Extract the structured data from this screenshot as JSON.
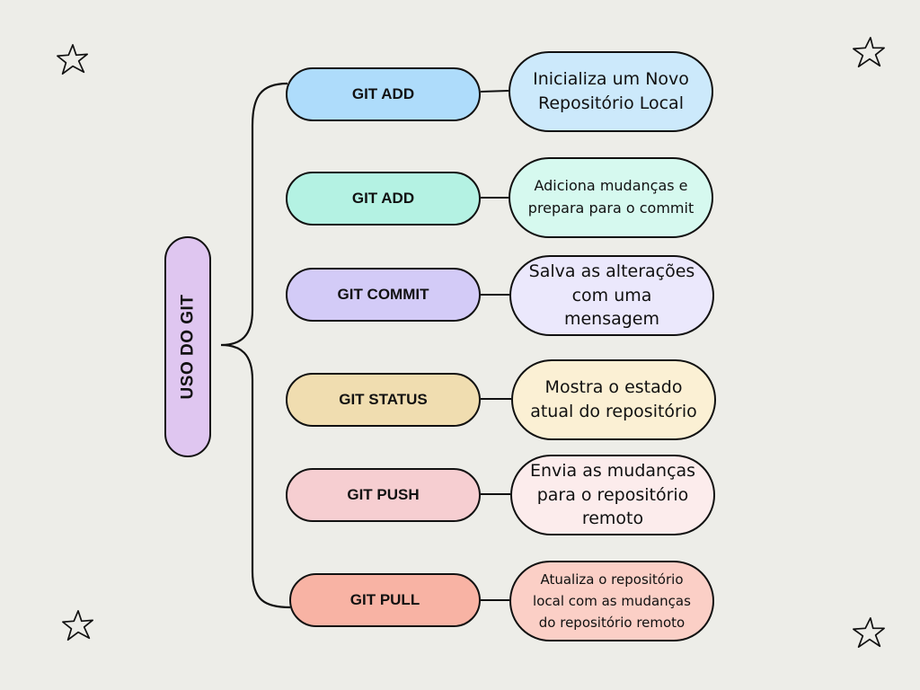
{
  "root": {
    "label": "USO DO GIT",
    "color": "#dfc6f0"
  },
  "nodes": [
    {
      "command": "GIT ADD",
      "description": "Inicializa um Novo Repositório Local",
      "cmd_color": "#aedcfb",
      "desc_color": "#cce9fb"
    },
    {
      "command": "GIT ADD",
      "description": "Adiciona mudanças e prepara para o commit",
      "cmd_color": "#b4f2e3",
      "desc_color": "#d6f9ef"
    },
    {
      "command": "GIT COMMIT",
      "description": "Salva as alterações com uma mensagem",
      "cmd_color": "#d3cbf7",
      "desc_color": "#ebe8fc"
    },
    {
      "command": "GIT STATUS",
      "description": "Mostra o estado atual do repositório",
      "cmd_color": "#f0ddb0",
      "desc_color": "#fbf0d4"
    },
    {
      "command": "GIT PUSH",
      "description": "Envia as mudanças para o repositório remoto",
      "cmd_color": "#f6ced1",
      "desc_color": "#fcecec"
    },
    {
      "command": "GIT PULL",
      "description": "Atualiza o repositório local com as mudanças do repositório remoto",
      "cmd_color": "#f8b3a4",
      "desc_color": "#fbcfc6"
    }
  ],
  "decorations": {
    "icon": "star-outline-icon",
    "count": 4
  }
}
